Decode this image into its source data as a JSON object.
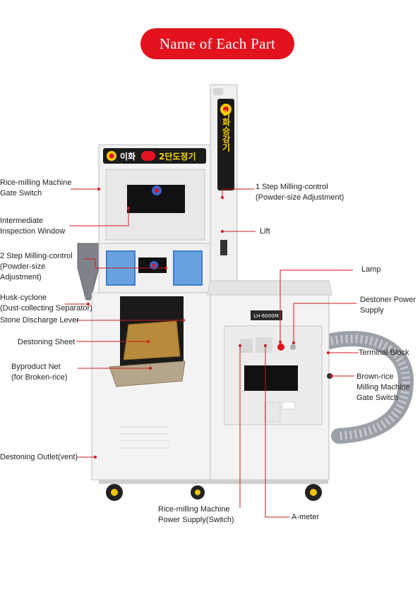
{
  "title": "Name of Each Part",
  "machine": {
    "brand": "이화",
    "tag": "",
    "name": "2단도정기",
    "lift_text": "이화승강기",
    "model": "LH-6000M"
  },
  "labels": {
    "gate_switch": "Rice-milling Machine\nGate Switch",
    "intermediate_window": "Intermediate\nInspection Window",
    "step2": "2 Step Milling-control\n(Powder-size\nAdjustment)",
    "husk_cyclone": "Husk-cyclone\n(Dust-collecting Separator)",
    "stone_lever": "Stone Discharge Lever",
    "destoning_sheet": "Destoning Sheet",
    "byproduct_net": "Byproduct Net\n(for Broken-rice)",
    "destoning_outlet": "Destoning Outlet(vent)",
    "step1": "1 Step Milling-control\n(Powder-size Adjustment)",
    "lift": "Lift",
    "lamp": "Lamp",
    "destoner_power": "Destoner Power\nSupply",
    "terminal_block": "Terminal Block",
    "brown_rice_gate": "Brown-rice\nMilling Machine\nGate Switch",
    "power_supply": "Rice-milling Machine\nPower Supply(Switch)",
    "a_meter": "A-meter"
  },
  "colors": {
    "accent": "#e3131e",
    "machine": "#eeeeee",
    "line": "#d01a1a"
  }
}
